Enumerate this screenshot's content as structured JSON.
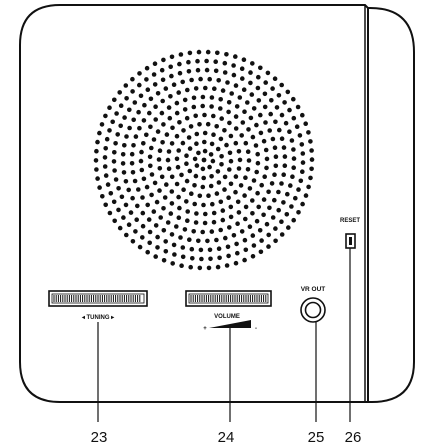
{
  "device": {
    "controls": {
      "tuning_label": "◂ TUNING ▸",
      "volume_label": "VOLUME",
      "volume_minus": "-",
      "volume_plus": "+",
      "vr_out_label": "VR OUT",
      "reset_label": "RESET"
    },
    "callouts": [
      "23",
      "24",
      "25",
      "26"
    ]
  },
  "colors": {
    "outline": "#111111",
    "background": "#ffffff"
  }
}
